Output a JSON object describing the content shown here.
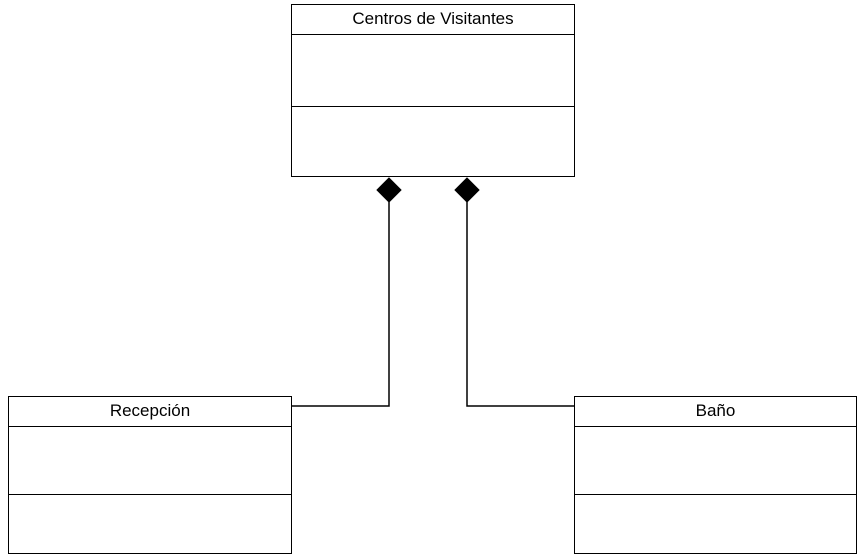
{
  "diagram": {
    "type": "uml-class-composition",
    "classes": {
      "main": {
        "name": "Centros de Visitantes"
      },
      "left": {
        "name": "Recepción"
      },
      "right": {
        "name": "Baño"
      }
    },
    "relations": [
      {
        "kind": "composition",
        "whole": "Centros de Visitantes",
        "part": "Recepción"
      },
      {
        "kind": "composition",
        "whole": "Centros de Visitantes",
        "part": "Baño"
      }
    ]
  }
}
